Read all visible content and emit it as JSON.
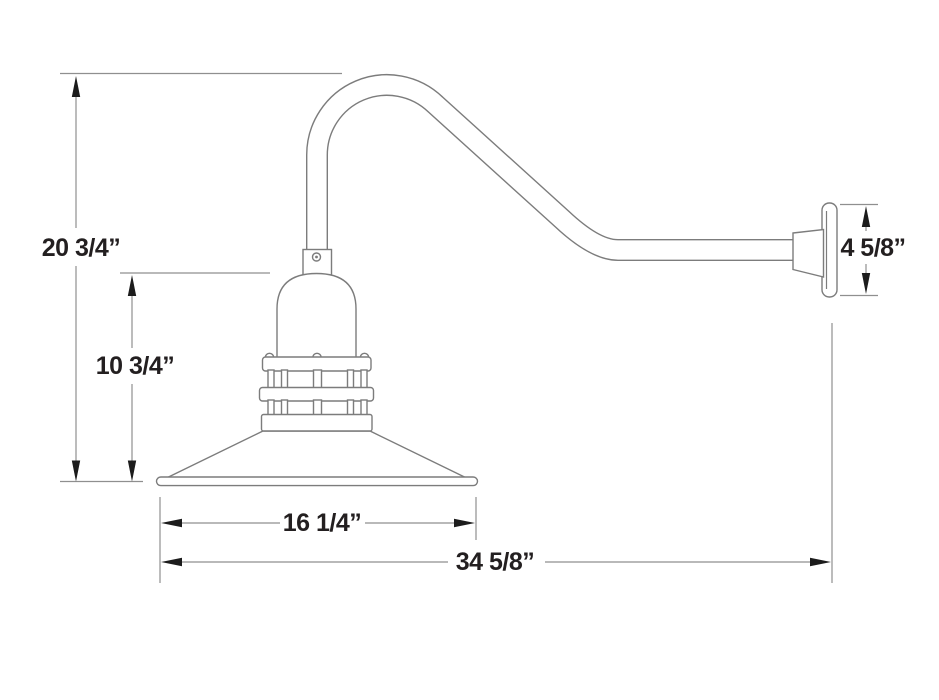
{
  "diagram": {
    "dimensions": {
      "overall_height": "20 3/4”",
      "head_height": "10 3/4”",
      "shade_width": "16 1/4”",
      "overall_projection": "34 5/8”",
      "backplate_height": "4 5/8”"
    },
    "colors": {
      "background": "#ffffff",
      "line": "#7c7c7c",
      "dimension_line": "#8f8f8f",
      "arrow": "#1c1c1c",
      "text": "#231f20"
    }
  }
}
